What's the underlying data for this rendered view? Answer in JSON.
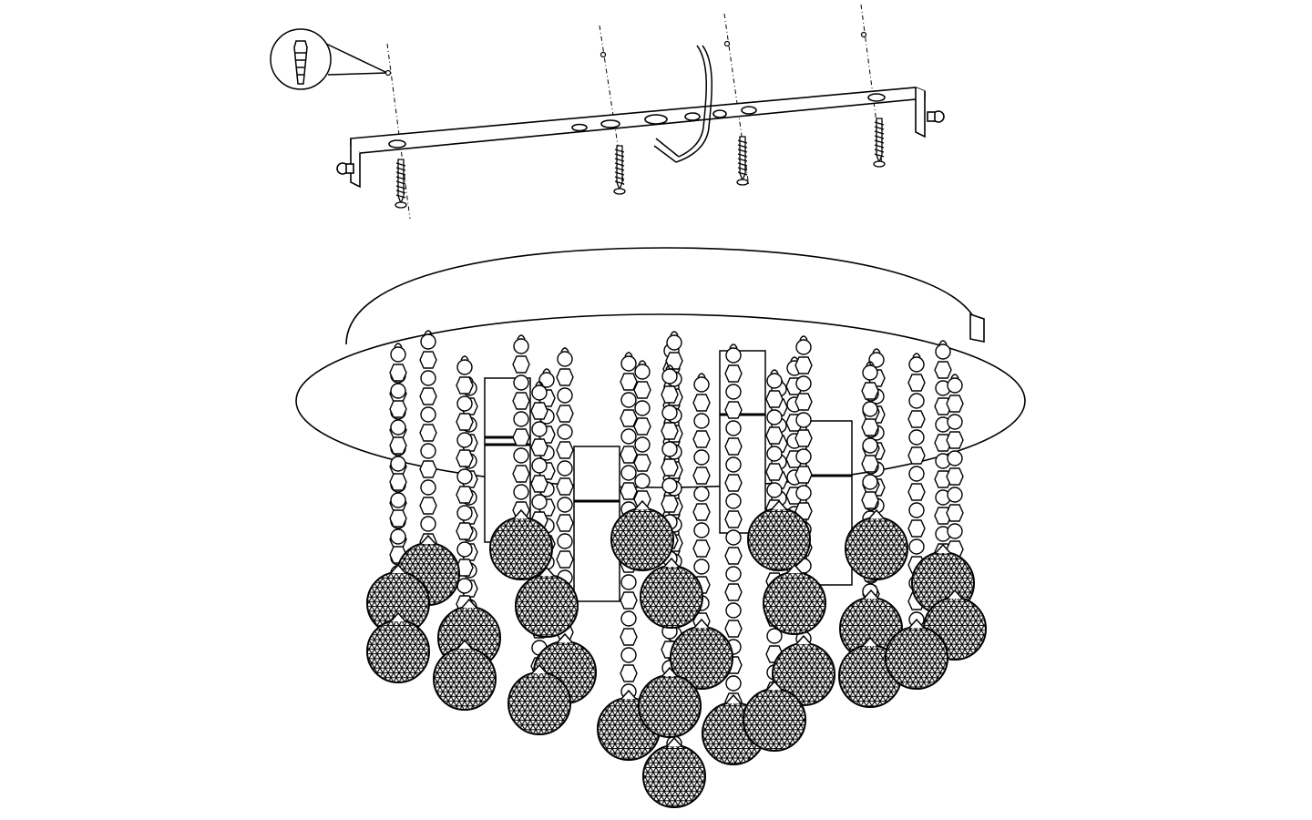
{
  "diagram": {
    "kind": "installation-drawing",
    "colors": {
      "background": "#ffffff",
      "stroke": "#000000"
    },
    "parts": [
      "wall-plug-callout",
      "mounting-bracket",
      "screws",
      "power-cable",
      "canopy",
      "bulb-sockets",
      "crystal-chains",
      "crystal-balls"
    ]
  }
}
